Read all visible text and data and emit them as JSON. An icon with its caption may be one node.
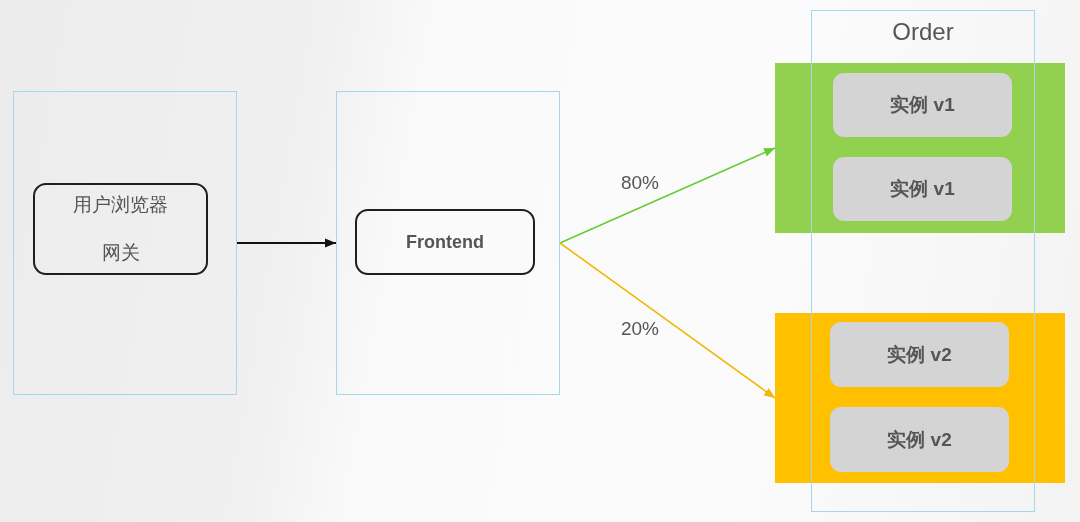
{
  "diagram": {
    "nodes": [
      {
        "text": [],
        "shape": "box"
      },
      {
        "text": [
          "用户浏览器",
          "网关"
        ],
        "in": 0
      },
      {
        "text": [],
        "shape": "box"
      },
      {
        "text": [
          "Frontend"
        ],
        "in": 2
      },
      {
        "text": [
          "Order"
        ]
      },
      {
        "text": [],
        "shape": "box"
      },
      {
        "text": [
          "实例 v1"
        ]
      },
      {
        "text": [
          "实例 v1"
        ]
      },
      {
        "text": [],
        "shape": "box"
      },
      {
        "text": [
          "实例 v2"
        ]
      },
      {
        "text": [
          "实例 v2"
        ]
      }
    ],
    "edges": [
      {
        "from": 0,
        "to": 2,
        "arrow": "to"
      },
      {
        "from": 2,
        "to": 5,
        "arrow": "to",
        "label": "80%",
        "color": "#66cc33"
      },
      {
        "from": 2,
        "to": 8,
        "arrow": "to",
        "label": "20%",
        "color": "#f2b705"
      }
    ]
  }
}
